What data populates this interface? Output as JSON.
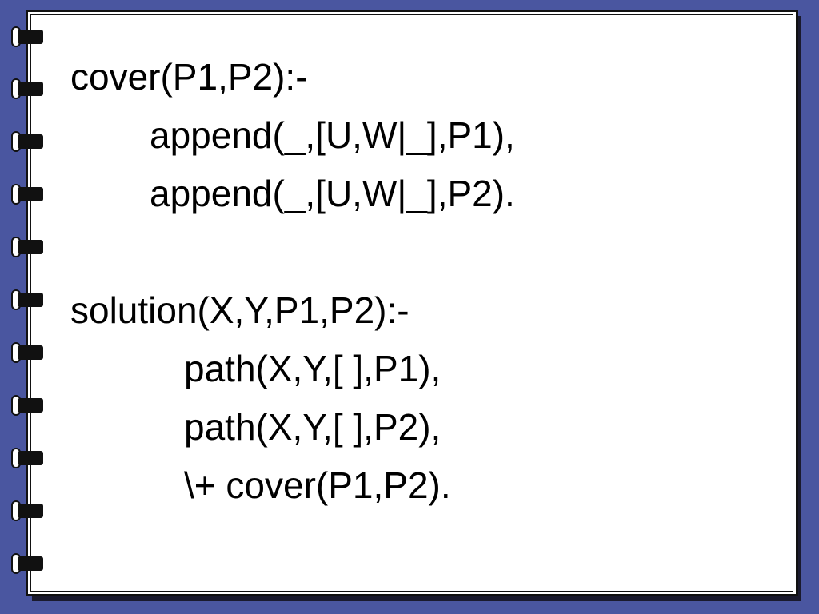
{
  "slide": {
    "lines": [
      {
        "text": "cover(P1,P2):-",
        "indent": 0
      },
      {
        "text": "append(_,[U,W|_],P1),",
        "indent": 1
      },
      {
        "text": "append(_,[U,W|_],P2).",
        "indent": 1
      },
      {
        "text": "",
        "indent": 0
      },
      {
        "text": "solution(X,Y,P1,P2):-",
        "indent": 0
      },
      {
        "text": "path(X,Y,[ ],P1),",
        "indent": 2
      },
      {
        "text": "path(X,Y,[ ],P2),",
        "indent": 2
      },
      {
        "text": "\\+ cover(P1,P2).",
        "indent": 2
      }
    ]
  },
  "decoration": {
    "background_color": "#4a56a0",
    "page_color": "#ffffff",
    "binder_ring_icon": "binder-ring-icon",
    "binder_ring_count": 11
  }
}
